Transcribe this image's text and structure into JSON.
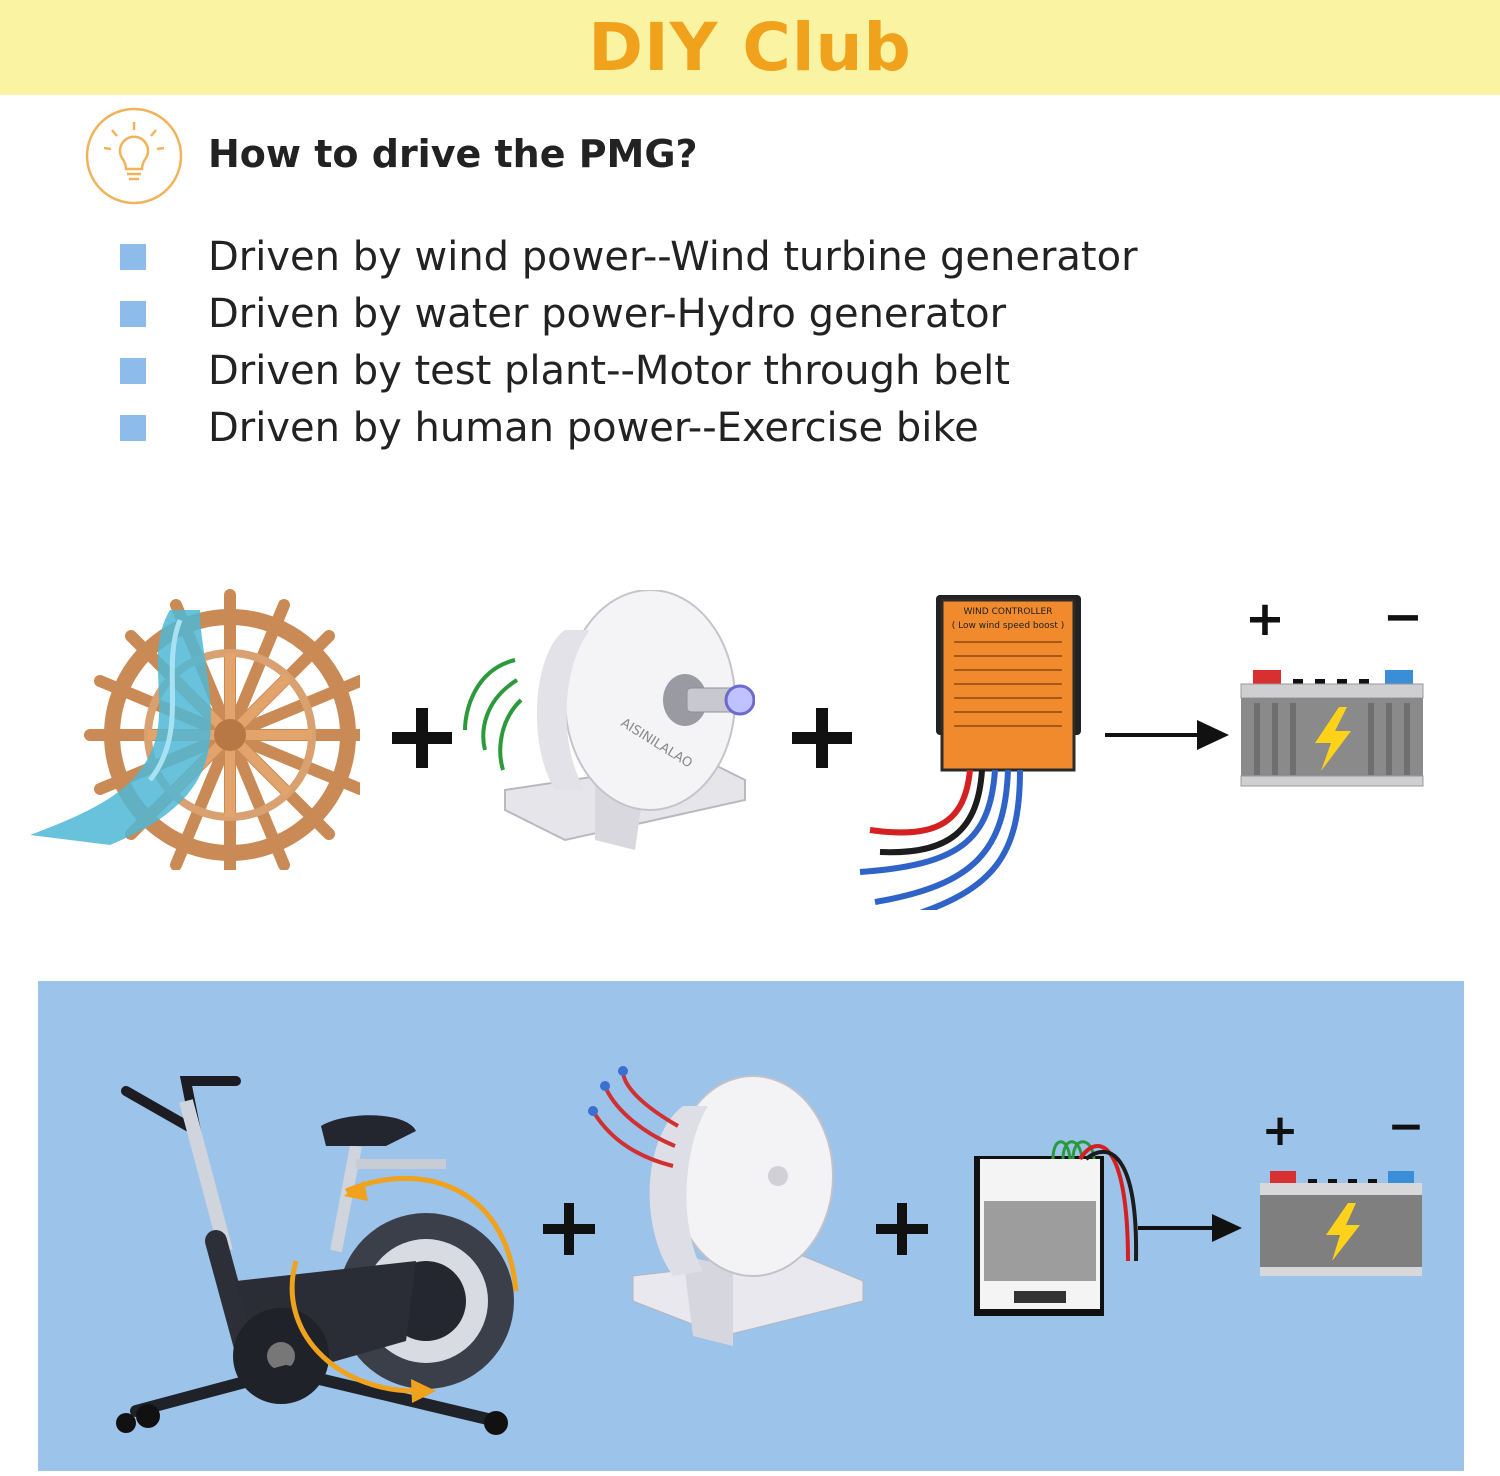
{
  "header": {
    "title": "DIY Club"
  },
  "section": {
    "question": "How to drive the PMG?",
    "items": [
      {
        "text": "Driven by wind power--Wind turbine generator"
      },
      {
        "text": "Driven by water power-Hydro generator"
      },
      {
        "text": "Driven by test plant--Motor through belt"
      },
      {
        "text": "Driven by human power--Exercise bike"
      }
    ]
  },
  "diagram_top": {
    "generator_brand": "AISINILALAO",
    "controller_text": [
      "WIND CONTROLLER",
      "( Low wind speed boost )"
    ],
    "battery_plus": "+",
    "battery_minus": "−"
  },
  "diagram_bottom": {
    "battery_plus": "+",
    "battery_minus": "−"
  },
  "colors": {
    "banner_bg": "#faf4a2",
    "banner_text": "#f0a21c",
    "bullet": "#8dbbea",
    "panel_bg": "#9cc3ea",
    "controller_orange": "#f08a2c",
    "water_wheel": "#c98a55",
    "battery_body": "#8a8a8a",
    "bolt": "#ffd21a"
  },
  "icons": [
    "lightbulb-icon",
    "plus-icon",
    "arrow-right-icon",
    "battery-icon",
    "water-wheel-image",
    "generator-image",
    "controller-image",
    "exercise-bike-image"
  ]
}
